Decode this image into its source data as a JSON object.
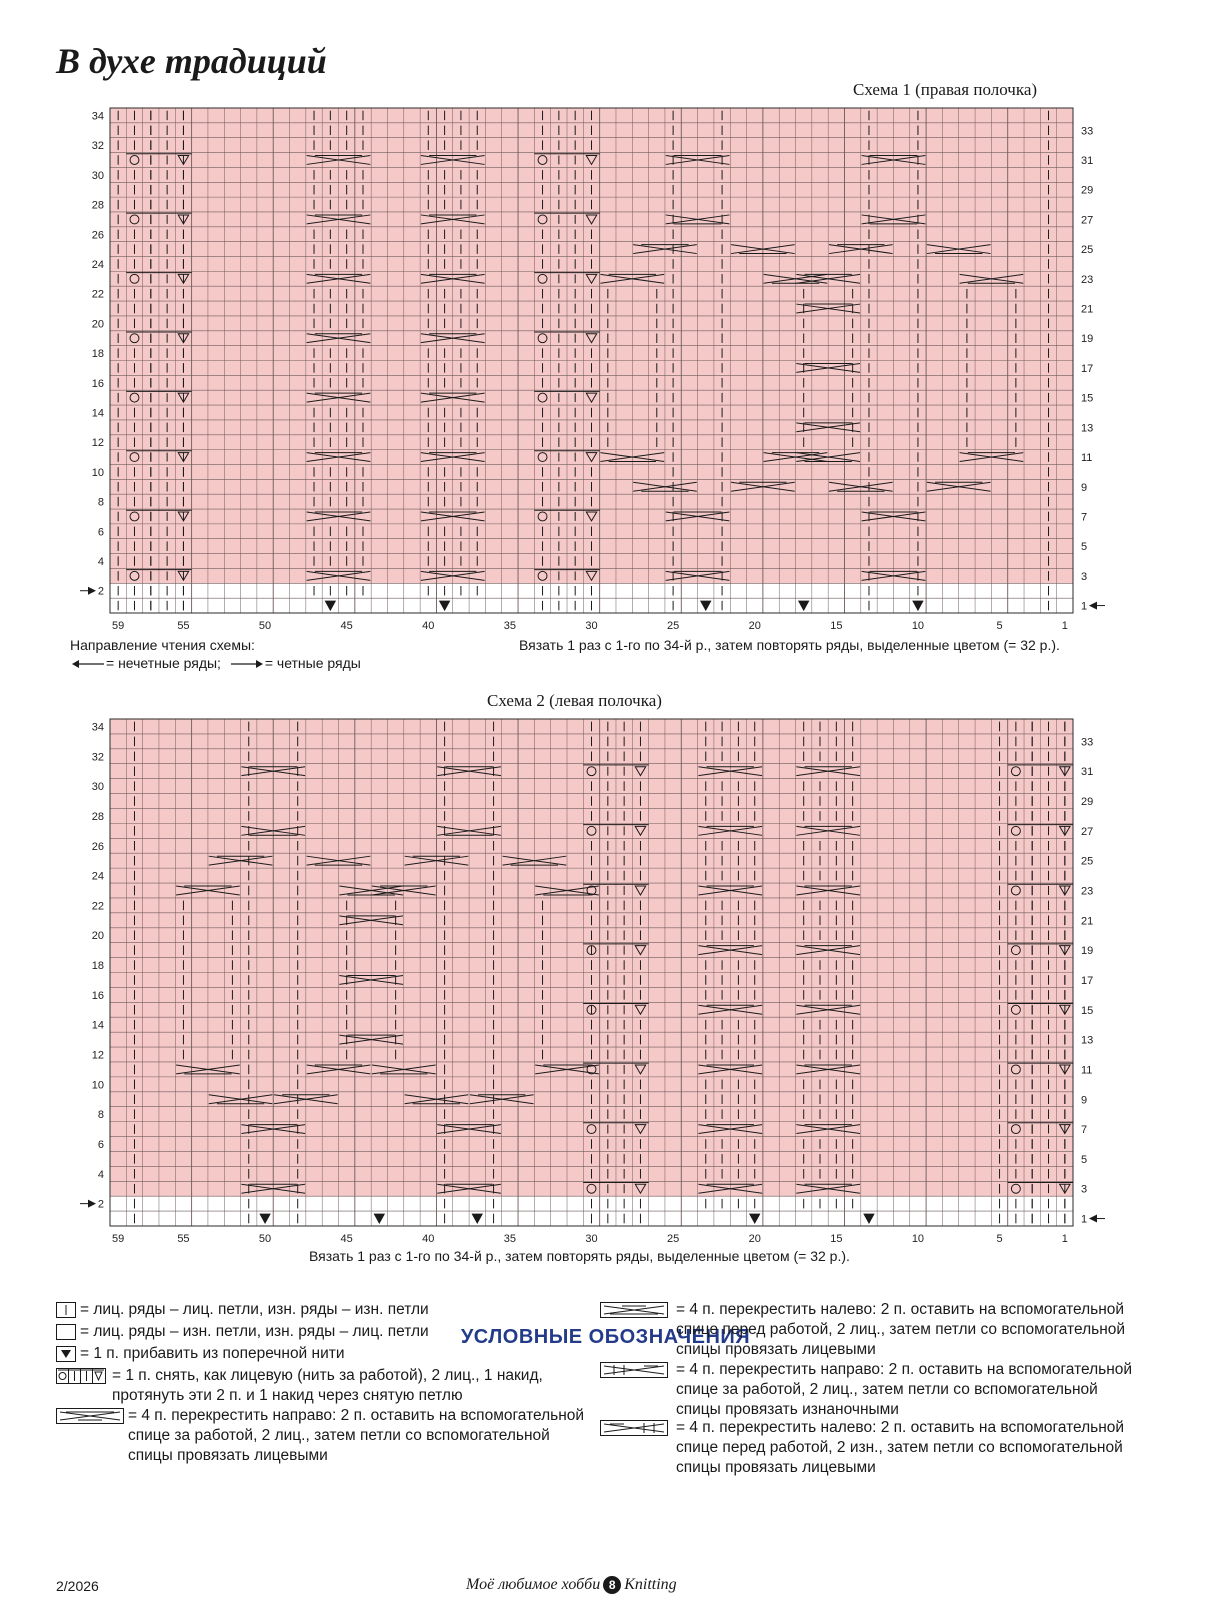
{
  "page": {
    "title": "В духе традиций",
    "footer_left": "2/2026",
    "footer_brand_left": "Моё любимое хобби",
    "footer_badge": "8",
    "footer_brand_right": "Knitting"
  },
  "colors": {
    "pink": "#f6c9c9",
    "grid": "#6e5a5a",
    "symbol": "#1a1a1a",
    "legend_heading": "#243b8a"
  },
  "schemes": [
    {
      "title": "Схема 1 (правая полочка)",
      "bottom_ticks": [
        "59",
        "55",
        "50",
        "45",
        "40",
        "35",
        "30",
        "25",
        "20",
        "15",
        "10",
        "5",
        "1"
      ],
      "left_rows": [
        "34",
        "32",
        "30",
        "28",
        "26",
        "24",
        "22",
        "20",
        "18",
        "16",
        "14",
        "12",
        "10",
        "8",
        "6",
        "4",
        "2"
      ],
      "right_rows": [
        "33",
        "31",
        "29",
        "27",
        "25",
        "23",
        "21",
        "19",
        "17",
        "15",
        "13",
        "11",
        "9",
        "7",
        "5",
        "3",
        "1"
      ],
      "note": "Вязать 1 раз с 1-го по 34-й р., затем повторять ряды, выделенные цветом (= 32 р.).",
      "reading_label": "Направление чтения схемы:",
      "reading_odd": "= нечетные ряды;",
      "reading_even": "= четные ряды"
    },
    {
      "title": "Схема 2 (левая полочка)",
      "bottom_ticks": [
        "59",
        "55",
        "50",
        "45",
        "40",
        "35",
        "30",
        "25",
        "20",
        "15",
        "10",
        "5",
        "1"
      ],
      "left_rows": [
        "34",
        "32",
        "30",
        "28",
        "26",
        "24",
        "22",
        "20",
        "18",
        "16",
        "14",
        "12",
        "10",
        "8",
        "6",
        "4",
        "2"
      ],
      "right_rows": [
        "33",
        "31",
        "29",
        "27",
        "25",
        "23",
        "21",
        "19",
        "17",
        "15",
        "13",
        "11",
        "9",
        "7",
        "5",
        "3",
        "1"
      ],
      "note": "Вязать 1 раз с 1-го по 34-й р., затем повторять ряды, выделенные цветом (= 32 р.)."
    }
  ],
  "legend": {
    "heading": "УСЛОВНЫЕ ОБОЗНАЧЕНИЯ",
    "left": [
      {
        "icon": "knit-stitch-icon",
        "text": "= лиц. ряды – лиц. петли, изн. ряды – изн. петли"
      },
      {
        "icon": "purl-stitch-icon",
        "text": "= лиц. ряды – изн. петли, изн. ряды – лиц. петли"
      },
      {
        "icon": "increase-icon",
        "text": "= 1 п. прибавить из поперечной нити"
      },
      {
        "icon": "slip-yarnover-icon",
        "text": "= 1 п. снять, как лицевую (нить за работой), 2 лиц., 1 накид, протянуть эти 2 п. и 1 накид через снятую петлю"
      },
      {
        "icon": "cable-right-knit-icon",
        "text": "= 4 п. перекрестить направо: 2 п. оставить на вспомогательной спице за работой, 2 лиц., затем петли со вспомогательной спицы провязать лицевыми"
      }
    ],
    "right": [
      {
        "icon": "cable-left-knit-icon",
        "text": "= 4 п. перекрестить налево: 2 п. оставить на вспомогательной спице перед работой, 2 лиц., затем петли со вспомогательной спицы провязать лицевыми"
      },
      {
        "icon": "cable-right-purl-icon",
        "text": "= 4 п. перекрестить направо: 2 п. оставить на вспомогательной спице за работой, 2 лиц., затем петли со вспомогательной спицы провязать изнаночными"
      },
      {
        "icon": "cable-left-purl-icon",
        "text": "= 4 п. перекрестить налево: 2 п. оставить на вспомогательной спице перед работой, 2 изн., затем петли со вспомогательной спицы провязать лицевыми"
      }
    ]
  }
}
